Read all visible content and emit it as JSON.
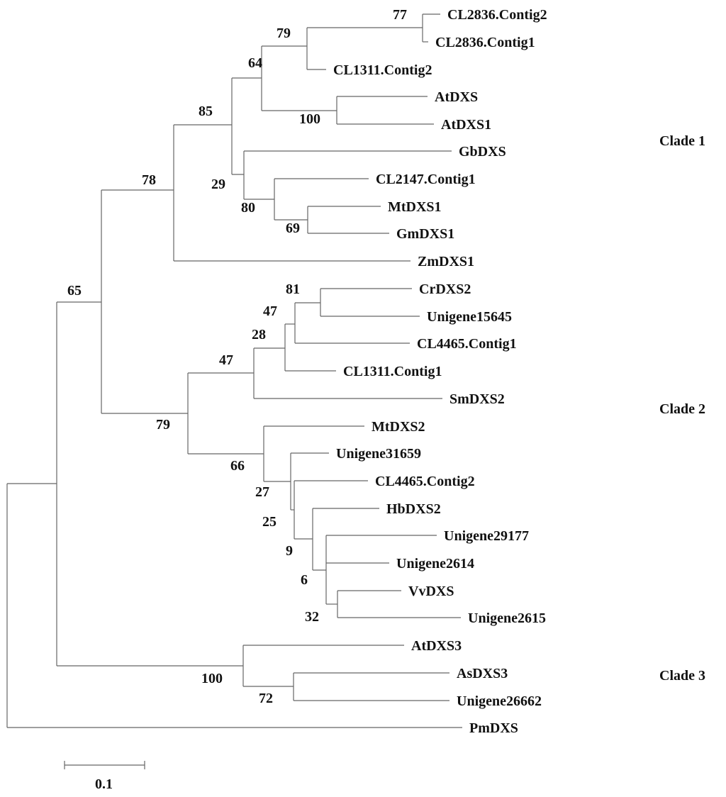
{
  "leaves": [
    "CL2836.Contig2",
    "CL2836.Contig1",
    "CL1311.Contig2",
    "AtDXS",
    "AtDXS1",
    "GbDXS",
    "CL2147.Contig1",
    "MtDXS1",
    "GmDXS1",
    "ZmDXS1",
    "CrDXS2",
    "Unigene15645",
    "CL4465.Contig1",
    "CL1311.Contig1",
    "SmDXS2",
    "MtDXS2",
    "Unigene31659",
    "CL4465.Contig2",
    "HbDXS2",
    "Unigene29177",
    "Unigene2614",
    "VvDXS",
    "Unigene2615",
    "AtDXS3",
    "AsDXS3",
    "Unigene26662",
    "PmDXS"
  ],
  "support_values": [
    "77",
    "79",
    "64",
    "100",
    "85",
    "78",
    "29",
    "80",
    "69",
    "65",
    "81",
    "47",
    "28",
    "47",
    "79",
    "66",
    "27",
    "25",
    "9",
    "6",
    "32",
    "100",
    "72"
  ],
  "clades": [
    "Clade 1",
    "Clade 2",
    "Clade 3"
  ],
  "scale_bar": {
    "label": "0.1"
  }
}
